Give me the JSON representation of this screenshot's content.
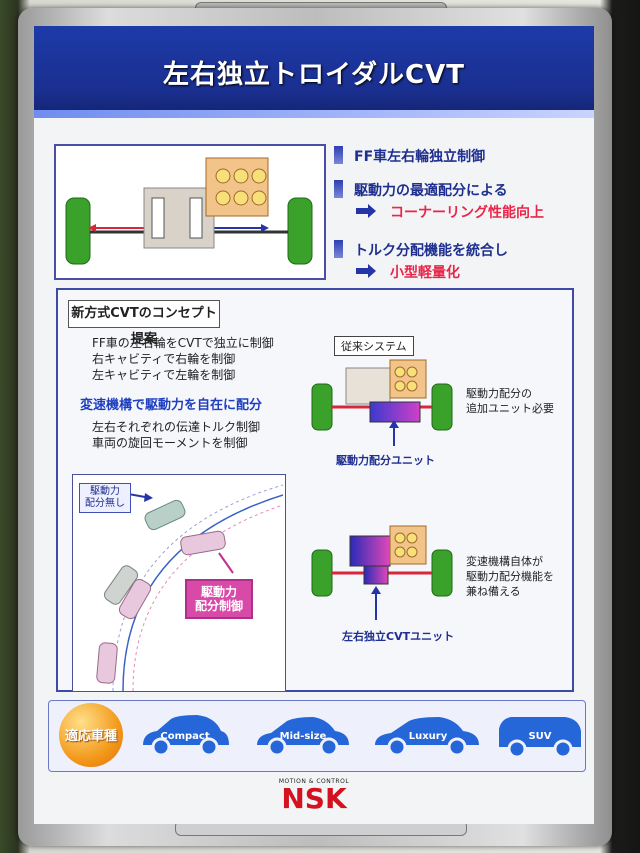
{
  "poster": {
    "title": "左右独立トロイダルCVT",
    "bullets": [
      {
        "text": "FF車左右輪独立制御"
      },
      {
        "text": "駆動力の最適配分による",
        "result": "コーナーリング性能向上"
      },
      {
        "text": "トルク分配機能を統合し",
        "result": "小型軽量化"
      }
    ],
    "concept": {
      "title": "新方式CVTのコンセプト提案",
      "lines": [
        "FF車の左右輪をCVTで独立に制御",
        "右キャビティで右輪を制御",
        "左キャビティで左輪を制御"
      ],
      "subhead": "変速機構で駆動力を自在に配分",
      "sublines": [
        "左右それぞれの伝達トルク制御",
        "車両の旋回モーメントを制御"
      ],
      "label_no_dist": "駆動力\n配分無し",
      "label_dist_ctrl": "駆動力\n配分制御",
      "conventional_label": "従来システム",
      "conventional_note": "駆動力配分の\n追加ユニット必要",
      "conventional_unit": "駆動力配分ユニット",
      "new_note": "変速機構自体が\n駆動力配分機能を\n兼ね備える",
      "new_unit": "左右独立CVTユニット"
    },
    "vehicles": {
      "label": "適応車種",
      "types": [
        "Compact",
        "Mid-size",
        "Luxury",
        "SUV"
      ]
    },
    "logo": {
      "tagline": "MOTION & CONTROL",
      "brand": "NSK"
    },
    "colors": {
      "banner": "#1d3aa8",
      "accent_red": "#e8264a",
      "text_blue": "#1f2f8f",
      "tire_green": "#3aa22a",
      "orange": "#f39a1c"
    }
  }
}
